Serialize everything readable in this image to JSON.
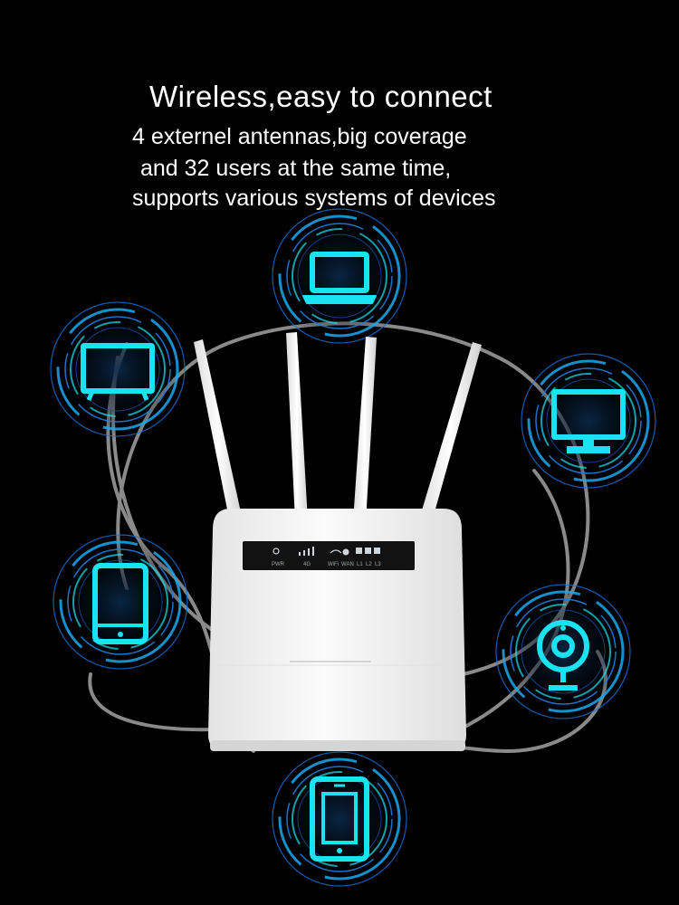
{
  "headline": {
    "title": "Wireless,easy to connect",
    "line1": "4 externel antennas,big coverage",
    "line2": "and 32 users at the same time,",
    "line3": "supports various systems of devices"
  },
  "router": {
    "led_labels": [
      "PWR",
      "4G",
      "WiFi",
      "WAN",
      "L1",
      "L2",
      "L3"
    ]
  },
  "devices": [
    {
      "name": "laptop",
      "icon": "laptop-icon"
    },
    {
      "name": "tv",
      "icon": "tv-icon"
    },
    {
      "name": "monitor",
      "icon": "monitor-icon"
    },
    {
      "name": "phone",
      "icon": "phone-icon"
    },
    {
      "name": "webcam",
      "icon": "webcam-icon"
    },
    {
      "name": "tablet",
      "icon": "tablet-icon"
    }
  ],
  "colors": {
    "background": "#000000",
    "accent_cyan": "#19e3f0",
    "ring_blue": "#1673d9",
    "router_white": "#f2f2f2",
    "cable_gray": "#8a8a8a"
  }
}
